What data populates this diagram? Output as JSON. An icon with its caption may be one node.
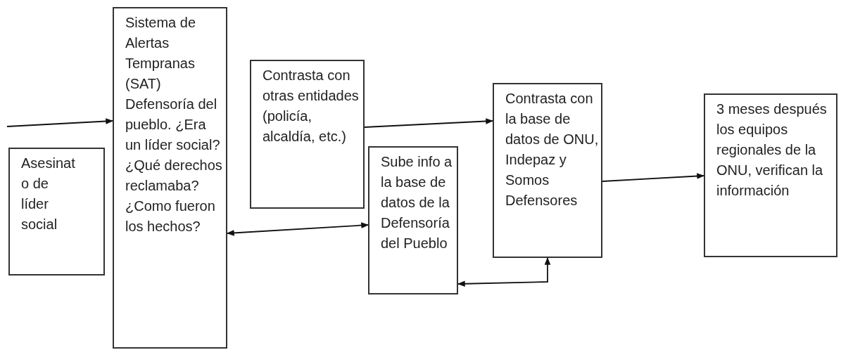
{
  "diagram": {
    "nodes": [
      {
        "text": [
          "Asesinato de líder social"
        ]
      },
      {
        "text": [
          "Sistema de Alertas Tempranas (SAT) Defensoría del pueblo. ¿Era un líder social? ¿Qué derechos reclamaba? ¿Como fueron los hechos?"
        ]
      },
      {
        "text": [
          "Contrasta con otras entidades (policía, alcaldía, etc.)"
        ]
      },
      {
        "text": [
          "Sube info a la base de datos de la Defensoría del Pueblo"
        ]
      },
      {
        "text": [
          "Contrasta con la base de datos de ONU, Indepaz y Somos Defensores"
        ]
      },
      {
        "text": [
          "3 meses después los equipos regionales de la ONU, verifican la información"
        ]
      }
    ],
    "edges": [
      {
        "from": null,
        "to": 1,
        "arrow": "to"
      },
      {
        "from": 1,
        "to": 3,
        "arrow": "both"
      },
      {
        "from": 2,
        "to": 4,
        "arrow": "to"
      },
      {
        "from": 3,
        "to": 4,
        "arrow": "both"
      },
      {
        "from": 4,
        "to": 5,
        "arrow": "to"
      }
    ]
  }
}
